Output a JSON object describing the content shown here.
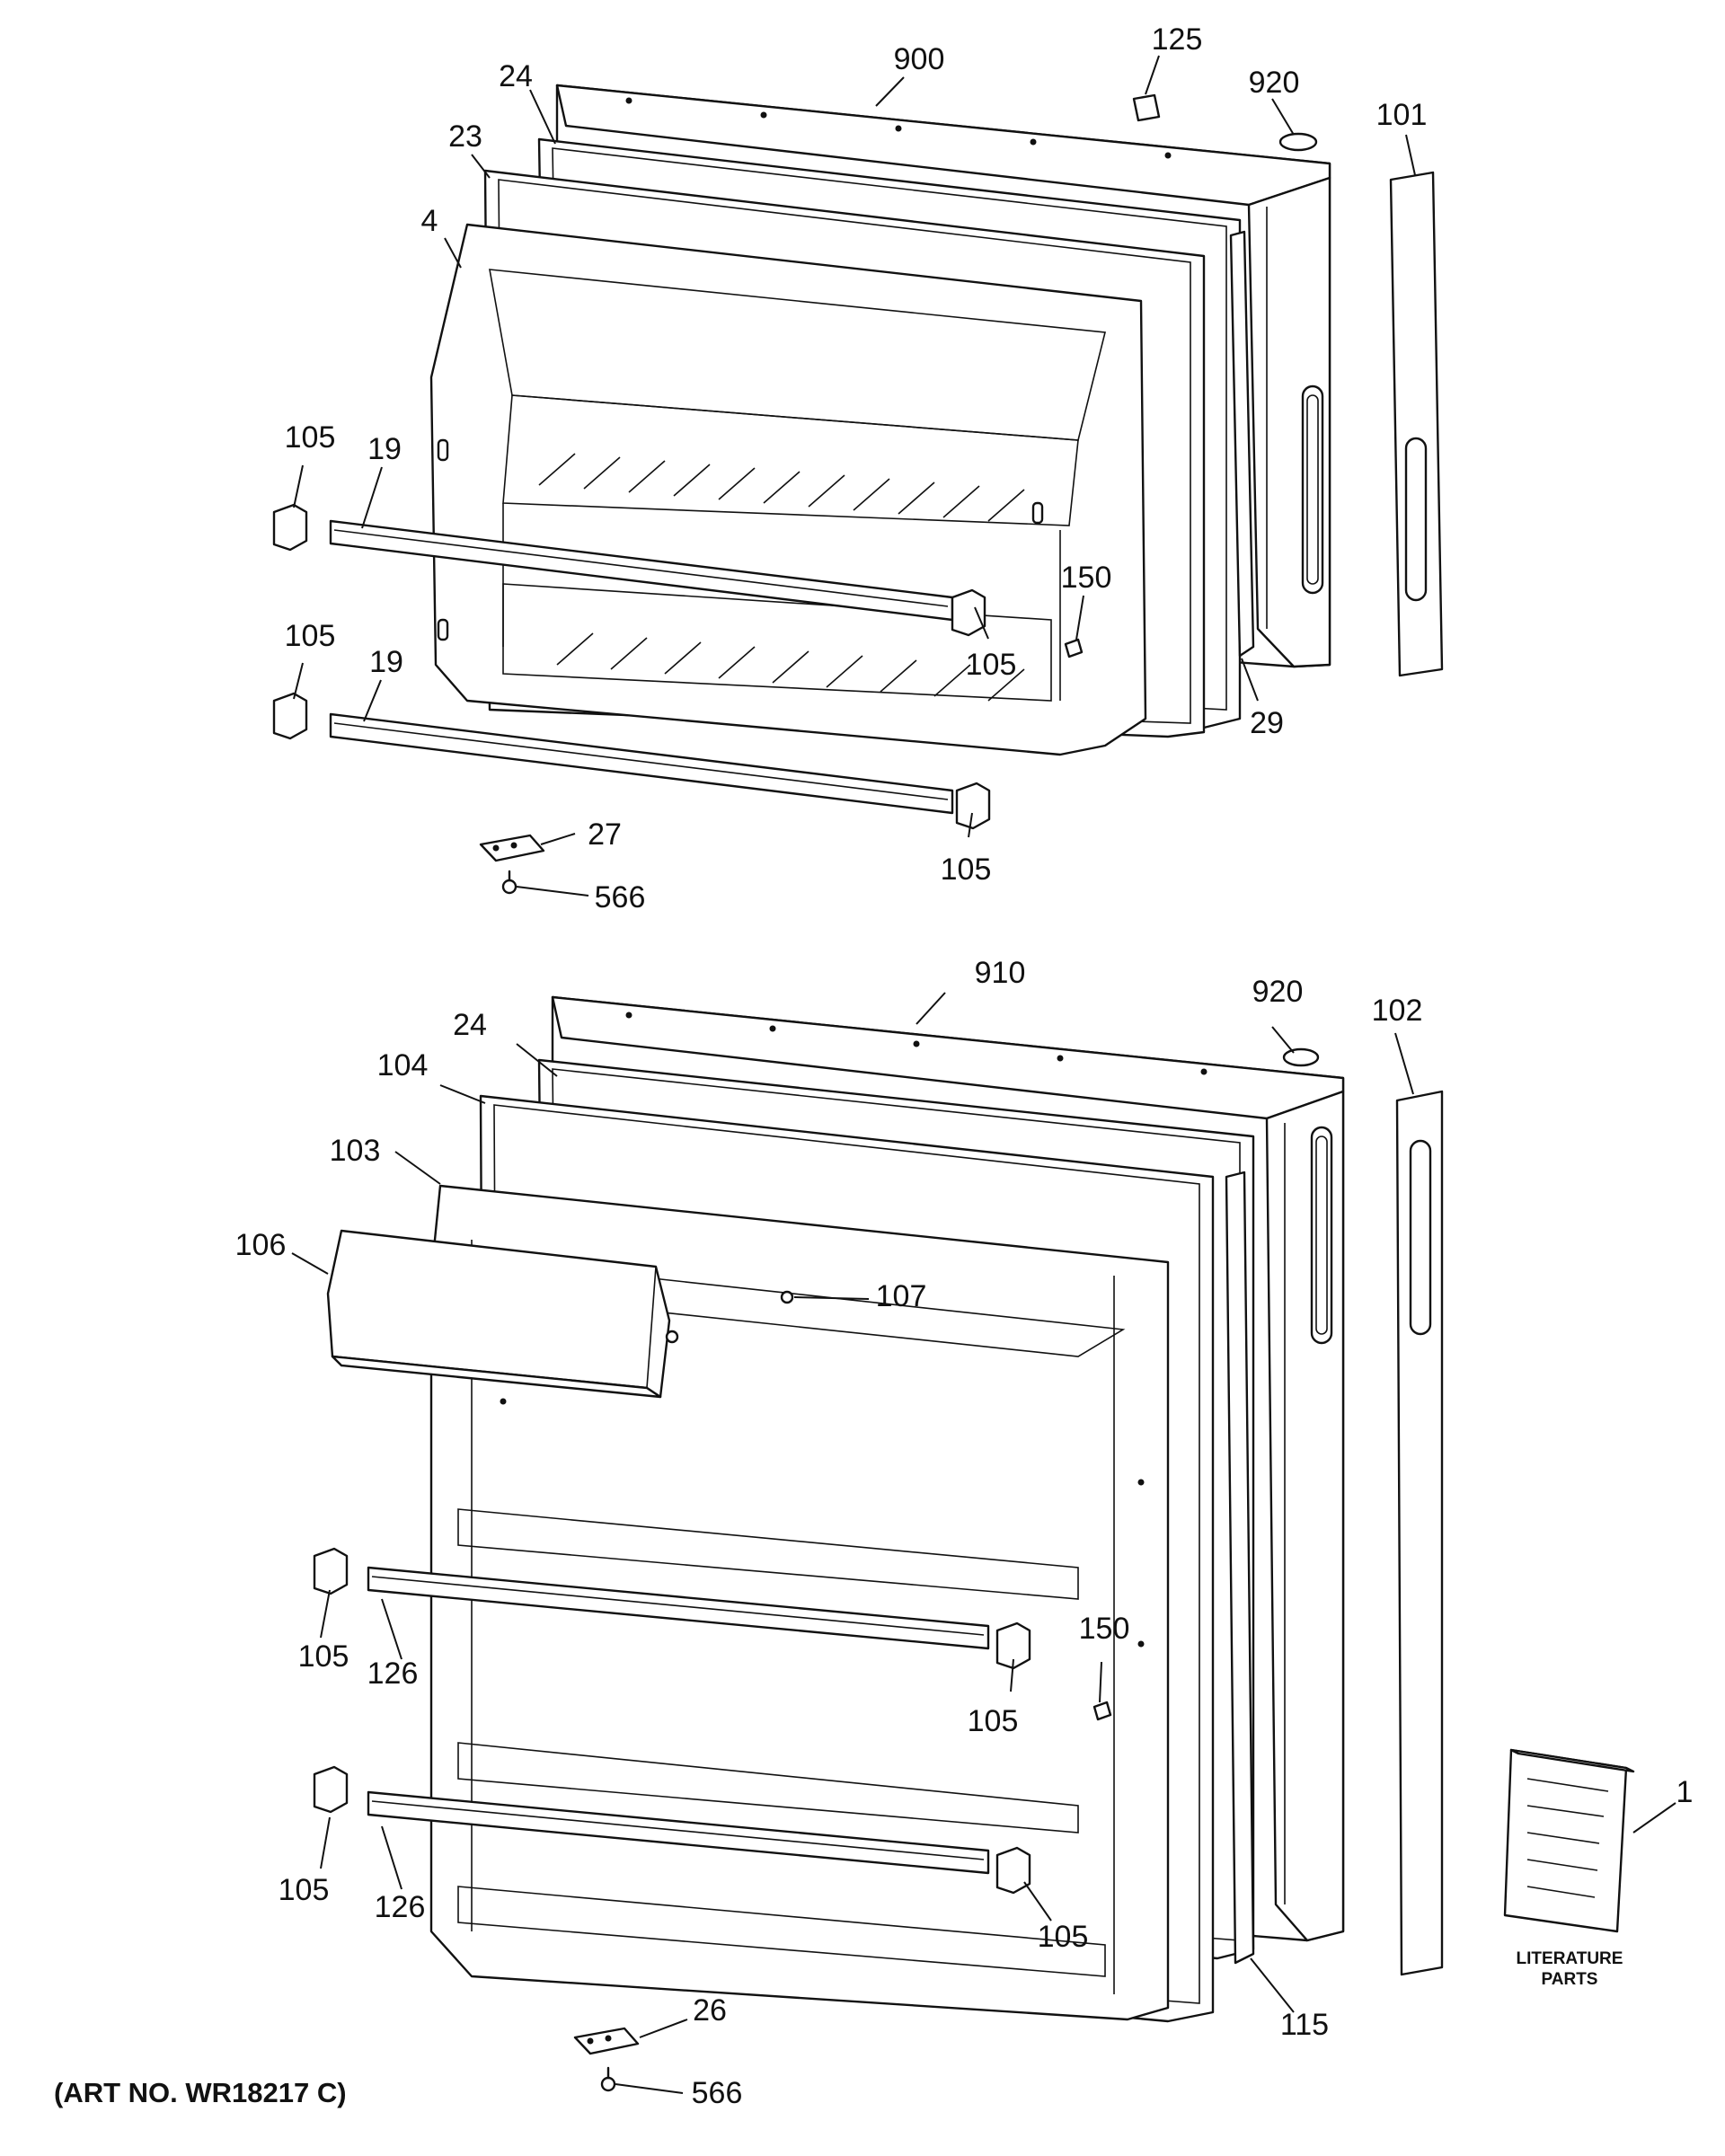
{
  "caption": "(ART NO. WR18217 C)",
  "literature_label": [
    "LITERATURE",
    "PARTS"
  ],
  "callouts": {
    "top": [
      "900",
      "125",
      "920",
      "101",
      "24",
      "23",
      "4",
      "105",
      "19",
      "150",
      "105",
      "105",
      "19",
      "105",
      "29",
      "27",
      "566"
    ],
    "bottom": [
      "910",
      "920",
      "102",
      "24",
      "104",
      "103",
      "106",
      "107",
      "105",
      "126",
      "150",
      "105",
      "105",
      "126",
      "105",
      "1",
      "115",
      "26",
      "566"
    ]
  }
}
